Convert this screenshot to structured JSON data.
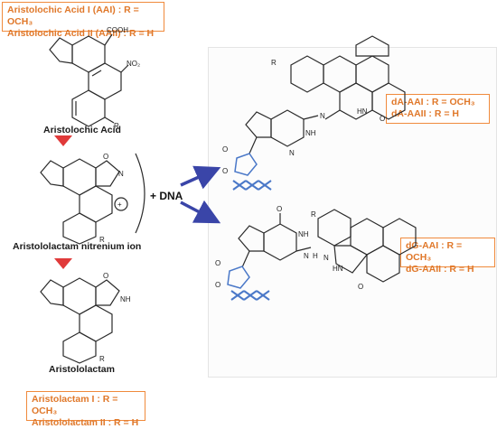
{
  "boxes": {
    "aa_top": [
      "Aristolochic Acid I (AAI) : R = OCH₃",
      "Aristolochic Acid II (AAII) : R = H"
    ],
    "da": [
      "dA-AAI : R = OCH₃",
      "dA-AAII : R = H"
    ],
    "dg": [
      "dG-AAI : R = OCH₃",
      "dG-AAII : R = H"
    ],
    "al_bottom": [
      "Aristolactam I : R = OCH₃",
      "Aristololactam II : R = H"
    ]
  },
  "labels": {
    "aristolochic_acid": "Aristolochic Acid",
    "nitrenium_ion": "Aristololactam nitrenium ion",
    "aristololactam": "Aristololactam",
    "plus_dna": "+ DNA"
  },
  "atoms": {
    "cooh": "COOH",
    "no2": "NO₂",
    "r": "R",
    "o": "O",
    "n": "N",
    "nh": "NH",
    "hn": "HN",
    "h": "H",
    "plus_sign": "+",
    "minus": "–"
  },
  "colors": {
    "accent_orange": "#f08a3c",
    "text_orange": "#e0782a",
    "arrow_red": "#e03a3a",
    "arrow_blue": "#3a45a8",
    "dna_blue": "#4a78c8"
  }
}
